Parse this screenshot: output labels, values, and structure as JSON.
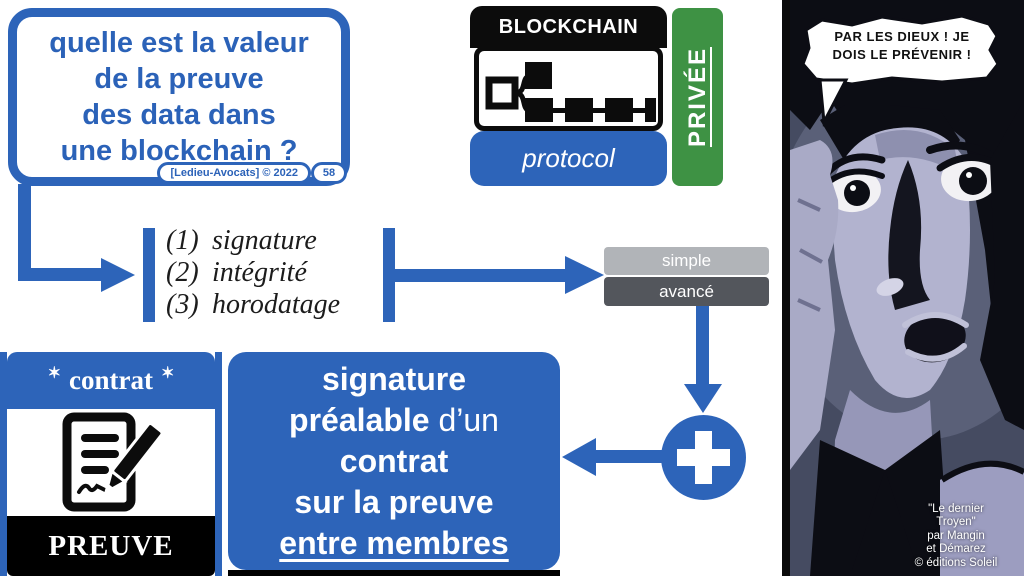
{
  "question_box": {
    "lines": [
      "quelle est la valeur",
      "de la preuve",
      "des data dans",
      "une blockchain ?"
    ],
    "credit": "[Ledieu-Avocats] © 2022",
    "page_number": "58"
  },
  "blockchain_unit": {
    "title": "BLOCKCHAIN",
    "protocol_label": "protocol",
    "privacy_label": "PRIVÉE"
  },
  "list": {
    "items": [
      {
        "num": "(1)",
        "label": "signature"
      },
      {
        "num": "(2)",
        "label": "intégrité"
      },
      {
        "num": "(3)",
        "label": "horodatage"
      }
    ]
  },
  "signature_levels": {
    "simple": "simple",
    "advanced": "avancé"
  },
  "contract_box": {
    "star": "✶",
    "label": "contrat",
    "footer": "PREUVE"
  },
  "signature_box": {
    "line1": "signature",
    "line2_bold": "préalable",
    "line2_regular": " d’un",
    "line3": "contrat",
    "line4": "sur la preuve",
    "line5": "entre membres"
  },
  "comic": {
    "speech_line1": "PAR LES DIEUX ! JE",
    "speech_line2": "DOIS LE PRÉVENIR !",
    "credit_lines": [
      "\"Le dernier",
      "Troyen\"",
      "par Mangin",
      "et Démarez",
      "© éditions Soleil"
    ]
  },
  "colors": {
    "accent_blue": "#2d64b9",
    "green_private": "#3e9244",
    "gray_simple": "#b1b4b8",
    "gray_advanced": "#53565c",
    "comic_background": "#454b61"
  }
}
